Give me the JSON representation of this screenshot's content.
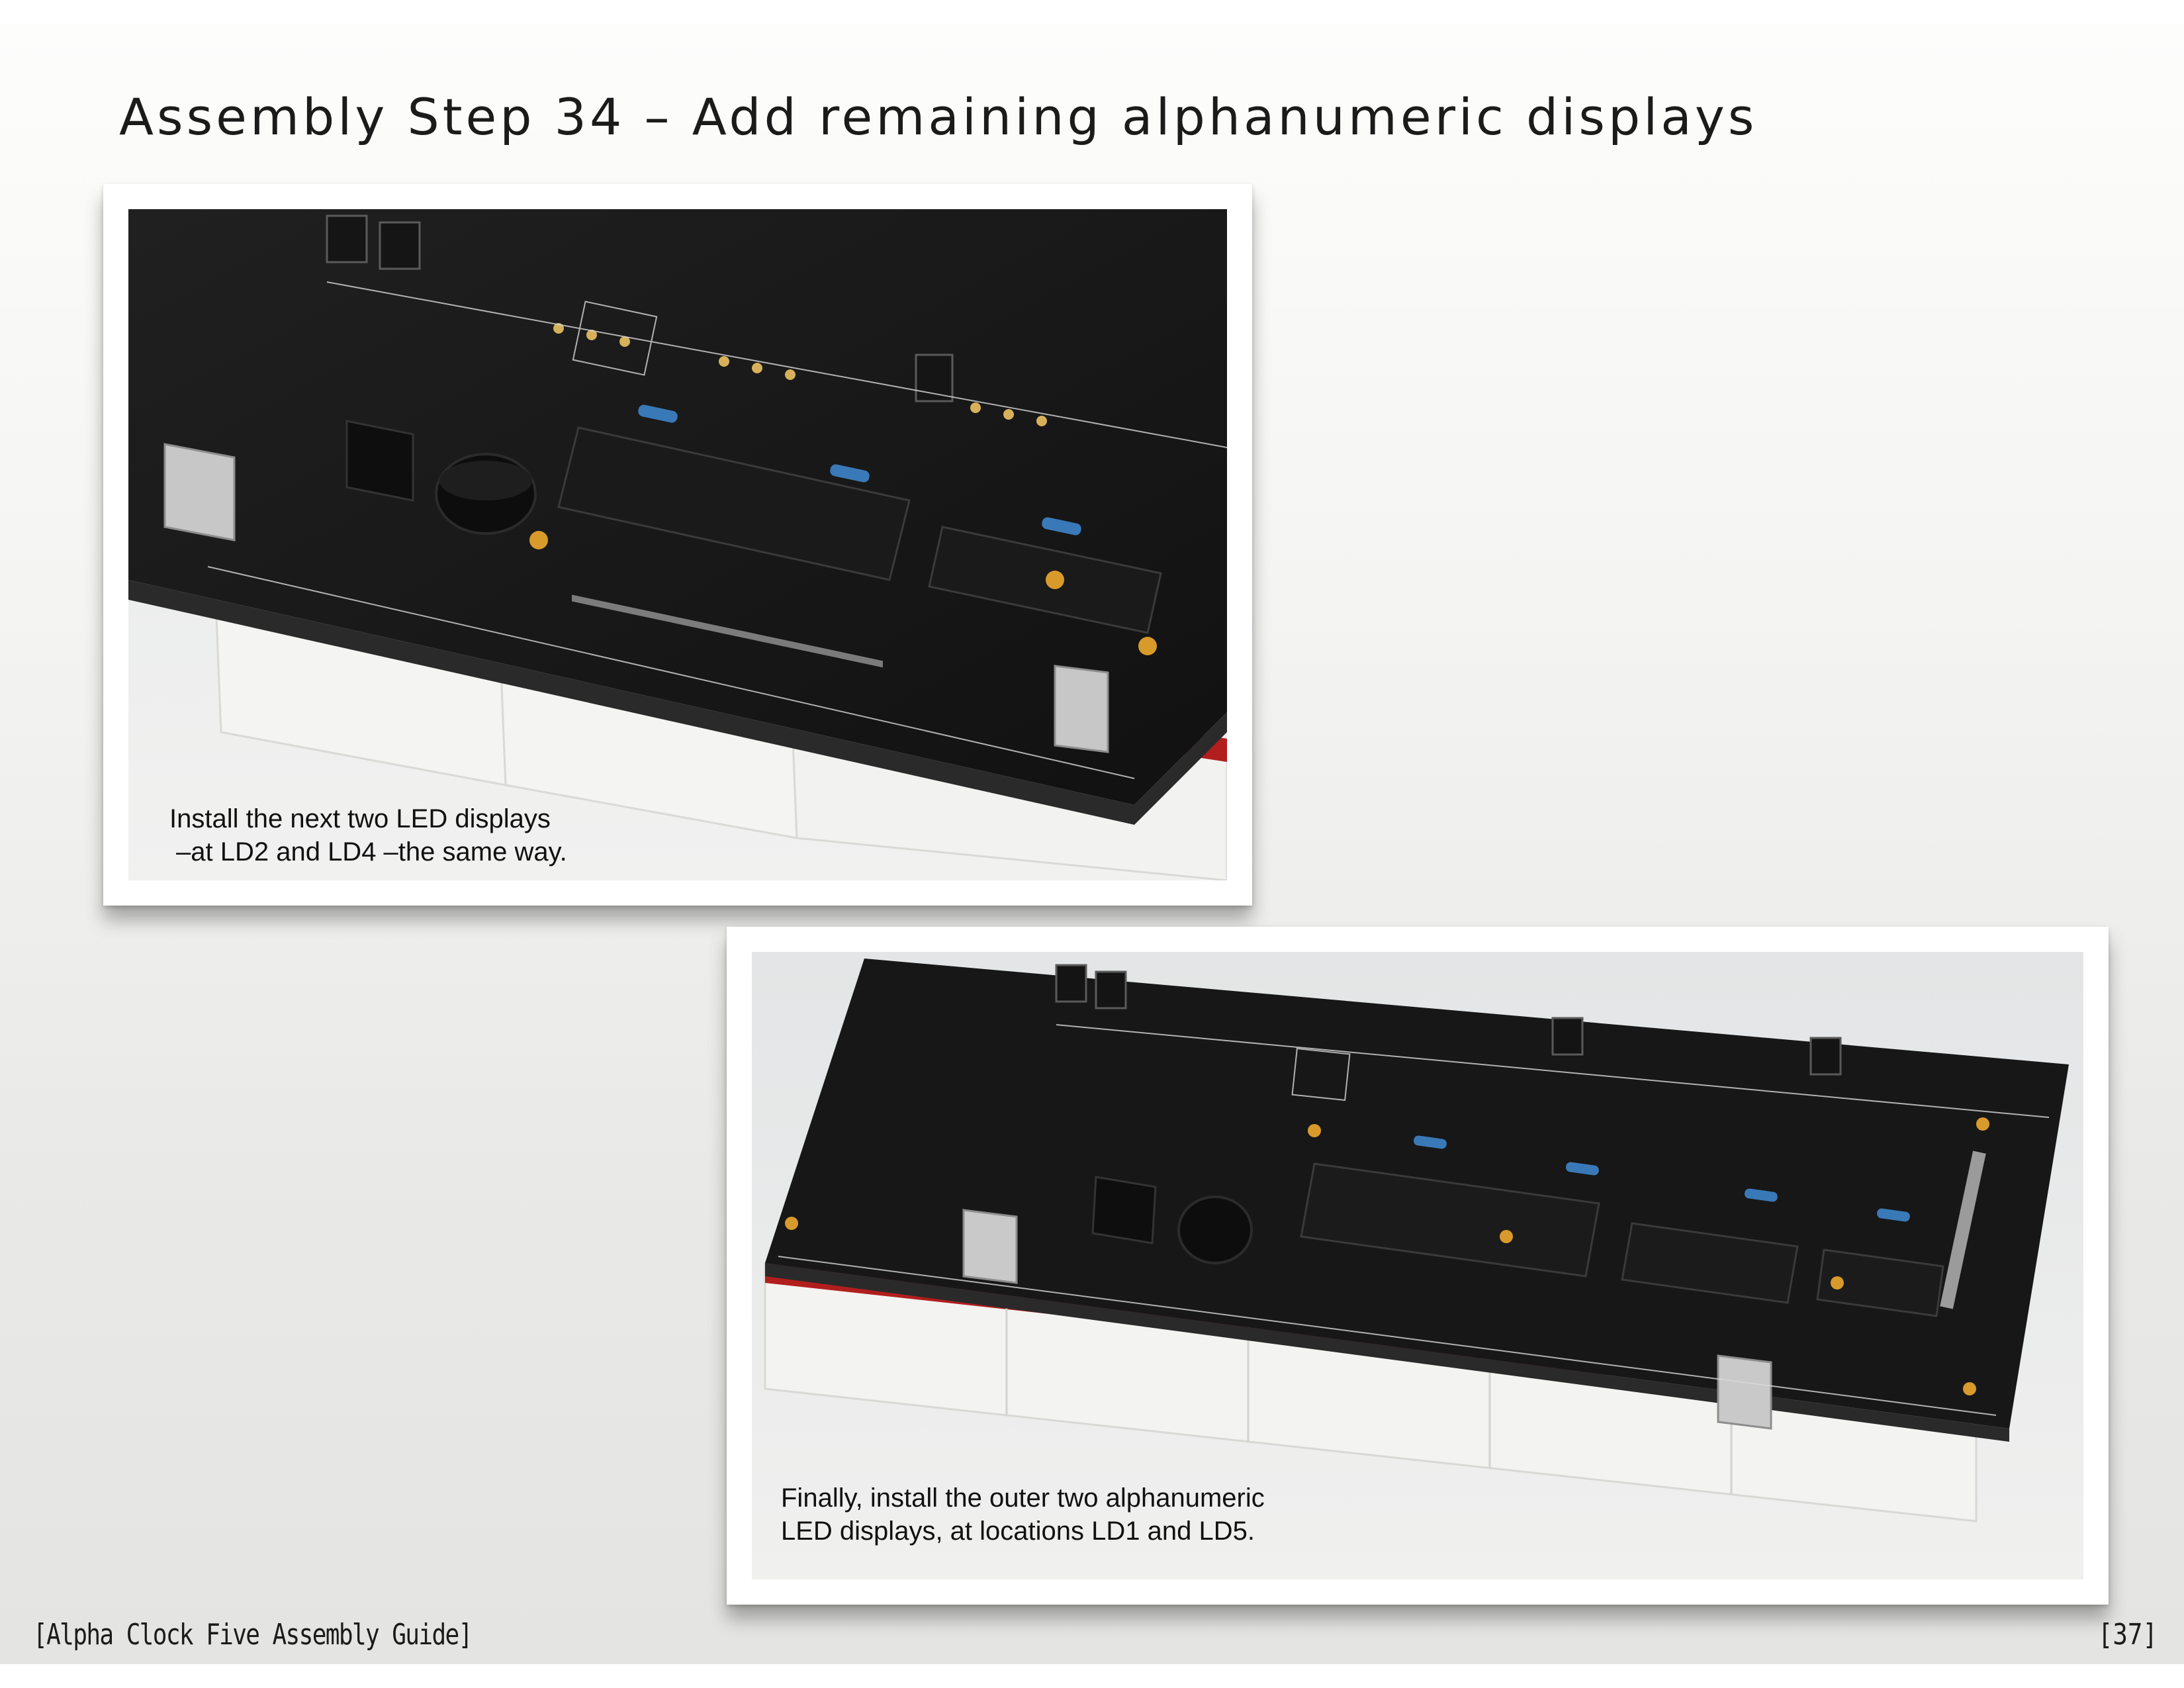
{
  "slide": {
    "title": "Assembly Step 34 – Add remaining alphanumeric displays"
  },
  "photos": [
    {
      "caption_lines": [
        "Install the next two LED displays",
        "–at LD2 and LD4 –the same way."
      ]
    },
    {
      "caption_lines": [
        "Finally, install the outer two alphanumeric",
        "LED displays, at locations LD1 and LD5."
      ]
    }
  ],
  "footer": {
    "guide_name": "[Alpha Clock Five Assembly Guide]",
    "page_number": "[37]"
  }
}
